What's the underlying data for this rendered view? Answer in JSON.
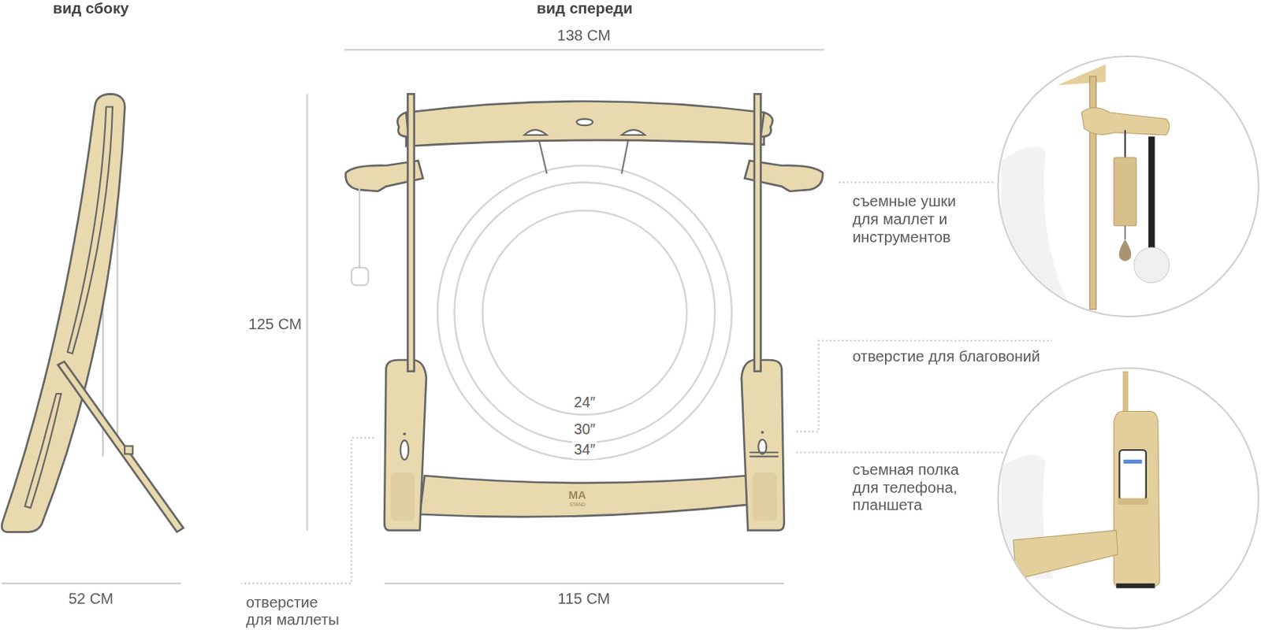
{
  "diagram": {
    "labels": [
      "вид сбоку",
      "вид спереди",
      "138 СМ",
      "125 СМ",
      "52 СМ",
      "115 СМ",
      "24″",
      "30″",
      "34″",
      "съемные ушки для маллет и инструментов",
      "отверстие для благовоний",
      "съемная полка для телефона, планшета",
      "отверстие для маллеты",
      "MA",
      "STAND"
    ]
  }
}
